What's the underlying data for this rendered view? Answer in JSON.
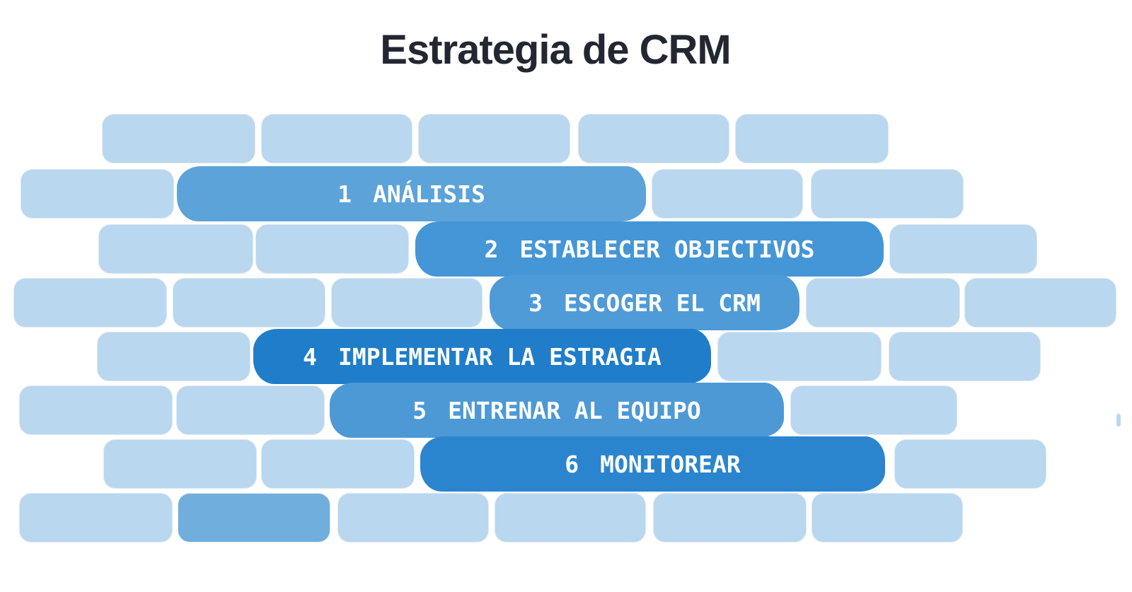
{
  "title": "Estrategia de CRM",
  "colors": {
    "background": "#ffffff",
    "title_text": "#232731",
    "brick_light": "#B9D7EF",
    "brick_medium": "#6FAEDD",
    "step_text": "#ffffff"
  },
  "steps": [
    {
      "number": "1",
      "label": "ANÁLISIS",
      "color": "#5BA3D9"
    },
    {
      "number": "2",
      "label": "ESTABLECER OBJECTIVOS",
      "color": "#4596D6"
    },
    {
      "number": "3",
      "label": "ESCOGER EL CRM",
      "color": "#4F9BD7"
    },
    {
      "number": "4",
      "label": "IMPLEMENTAR LA ESTRAGIA",
      "color": "#1F7DCA"
    },
    {
      "number": "5",
      "label": "ENTRENAR AL EQUIPO",
      "color": "#4C99D6"
    },
    {
      "number": "6",
      "label": "MONITOREAR",
      "color": "#2B85CE"
    }
  ]
}
